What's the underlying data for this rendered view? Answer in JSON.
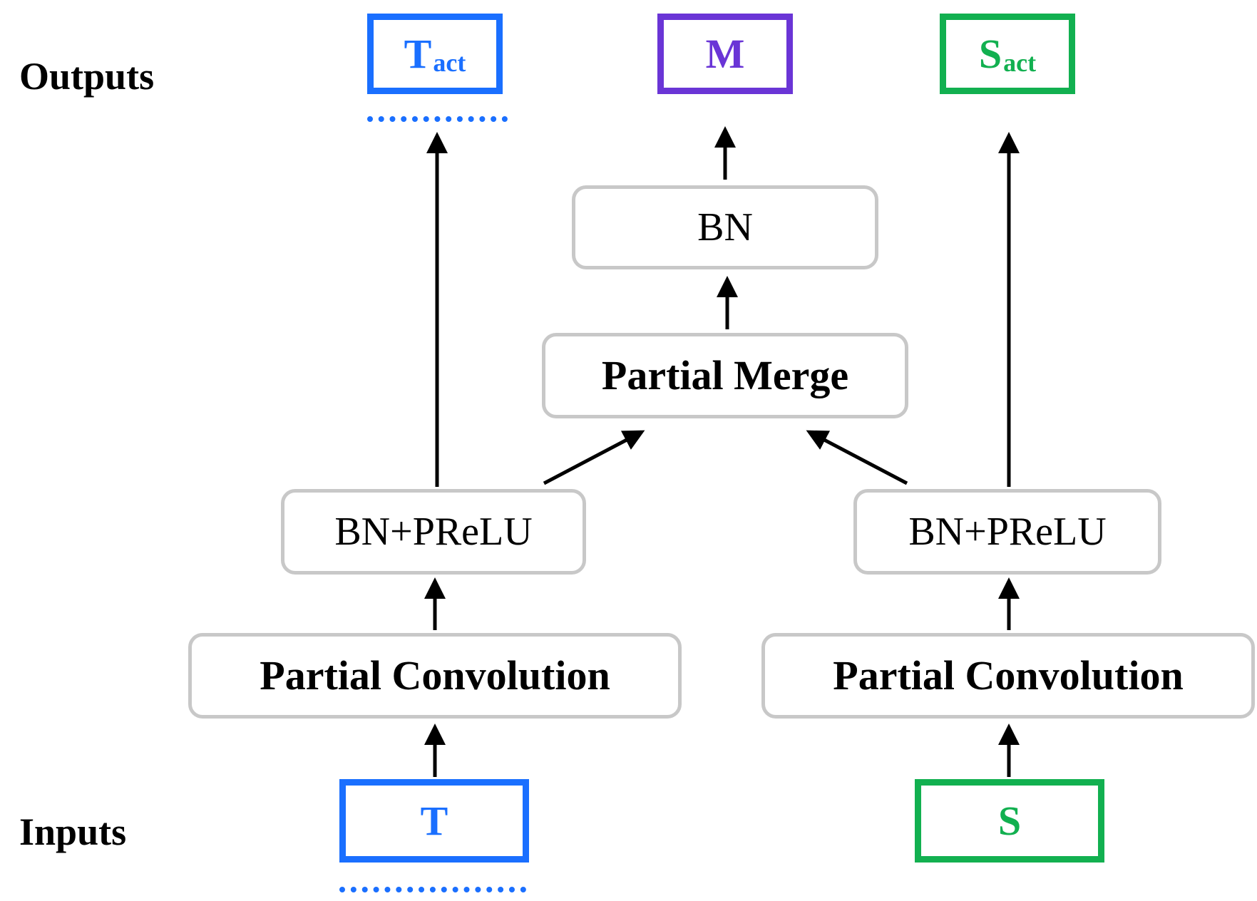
{
  "labels": {
    "outputs": "Outputs",
    "inputs": "Inputs"
  },
  "outputs": {
    "t_act": {
      "main": "T",
      "sub": "act",
      "color": "#1a6fff"
    },
    "m": {
      "text": "M",
      "color": "#6a35d6"
    },
    "s_act": {
      "main": "S",
      "sub": "act",
      "color": "#12b050"
    }
  },
  "inputs": {
    "t": {
      "text": "T",
      "color": "#1a6fff"
    },
    "s": {
      "text": "S",
      "color": "#12b050"
    }
  },
  "nodes": {
    "bn_top": "BN",
    "partial_merge": "Partial Merge",
    "bn_prelu_left": "BN+PReLU",
    "bn_prelu_right": "BN+PReLU",
    "partial_conv_left": "Partial Convolution",
    "partial_conv_right": "Partial Convolution"
  },
  "style": {
    "box_border": "#c8c8c8",
    "arrow": "#000000"
  }
}
